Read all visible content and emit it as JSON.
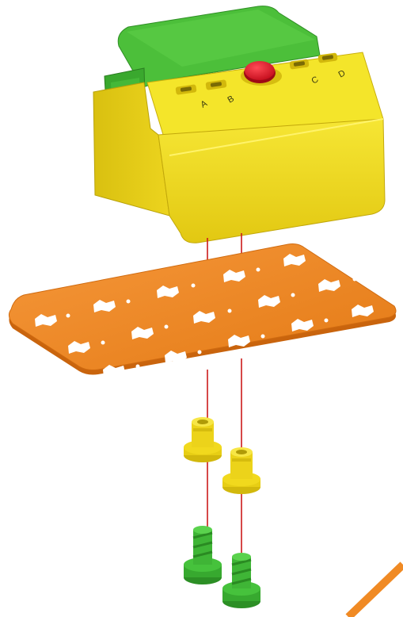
{
  "diagram": {
    "port_labels": [
      "A",
      "B",
      "C",
      "D"
    ],
    "colors": {
      "box_body": "#f4e21f",
      "box_top_green": "#4cbf3a",
      "button_red": "#e0152a",
      "plate_orange": "#f08a24",
      "bushing_yellow": "#f1d91d",
      "knob_green": "#3fba38",
      "guide_line_red": "#cc1a1a"
    }
  }
}
